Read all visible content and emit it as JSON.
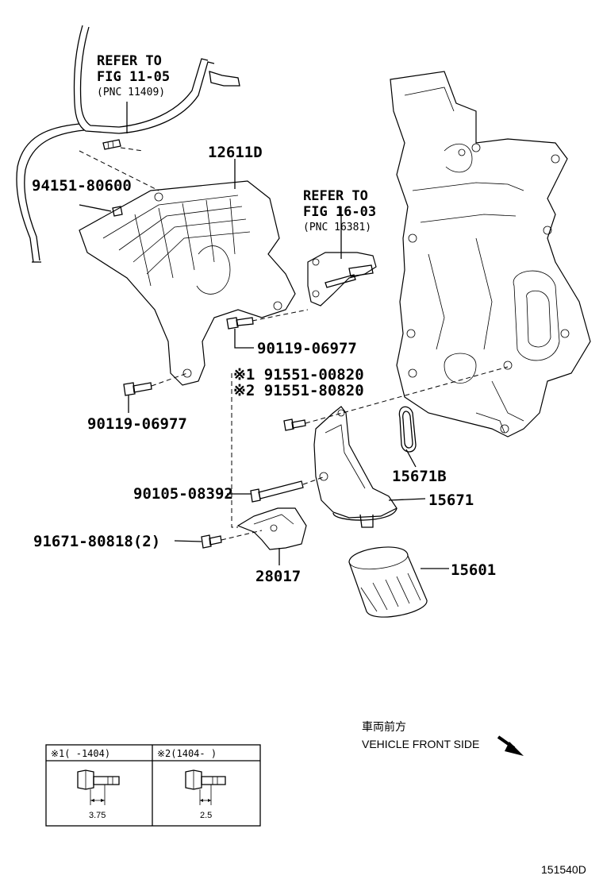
{
  "refs": [
    {
      "line1": "REFER TO",
      "line2": "FIG 11-05",
      "pnc": "(PNC 11409)"
    },
    {
      "line1": "REFER TO",
      "line2": "FIG 16-03",
      "pnc": "(PNC 16381)"
    }
  ],
  "parts": {
    "p12611d": "12611D",
    "p94151": "94151-80600",
    "p90119a": "90119-06977",
    "p90119b": "90119-06977",
    "p91551a": "※1 91551-00820",
    "p91551b": "※2 91551-80820",
    "p15671b": "15671B",
    "p90105": "90105-08392",
    "p15671": "15671",
    "p91671": "91671-80818(2)",
    "p28017": "28017",
    "p15601": "15601"
  },
  "front": {
    "jp": "車両前方",
    "en": "VEHICLE FRONT SIDE"
  },
  "table": {
    "col1_header": "※1(      -1404)",
    "col2_header": "※2(1404-      )",
    "col1_dim": "3.75",
    "col2_dim": "2.5"
  },
  "figure_id": "151540D"
}
